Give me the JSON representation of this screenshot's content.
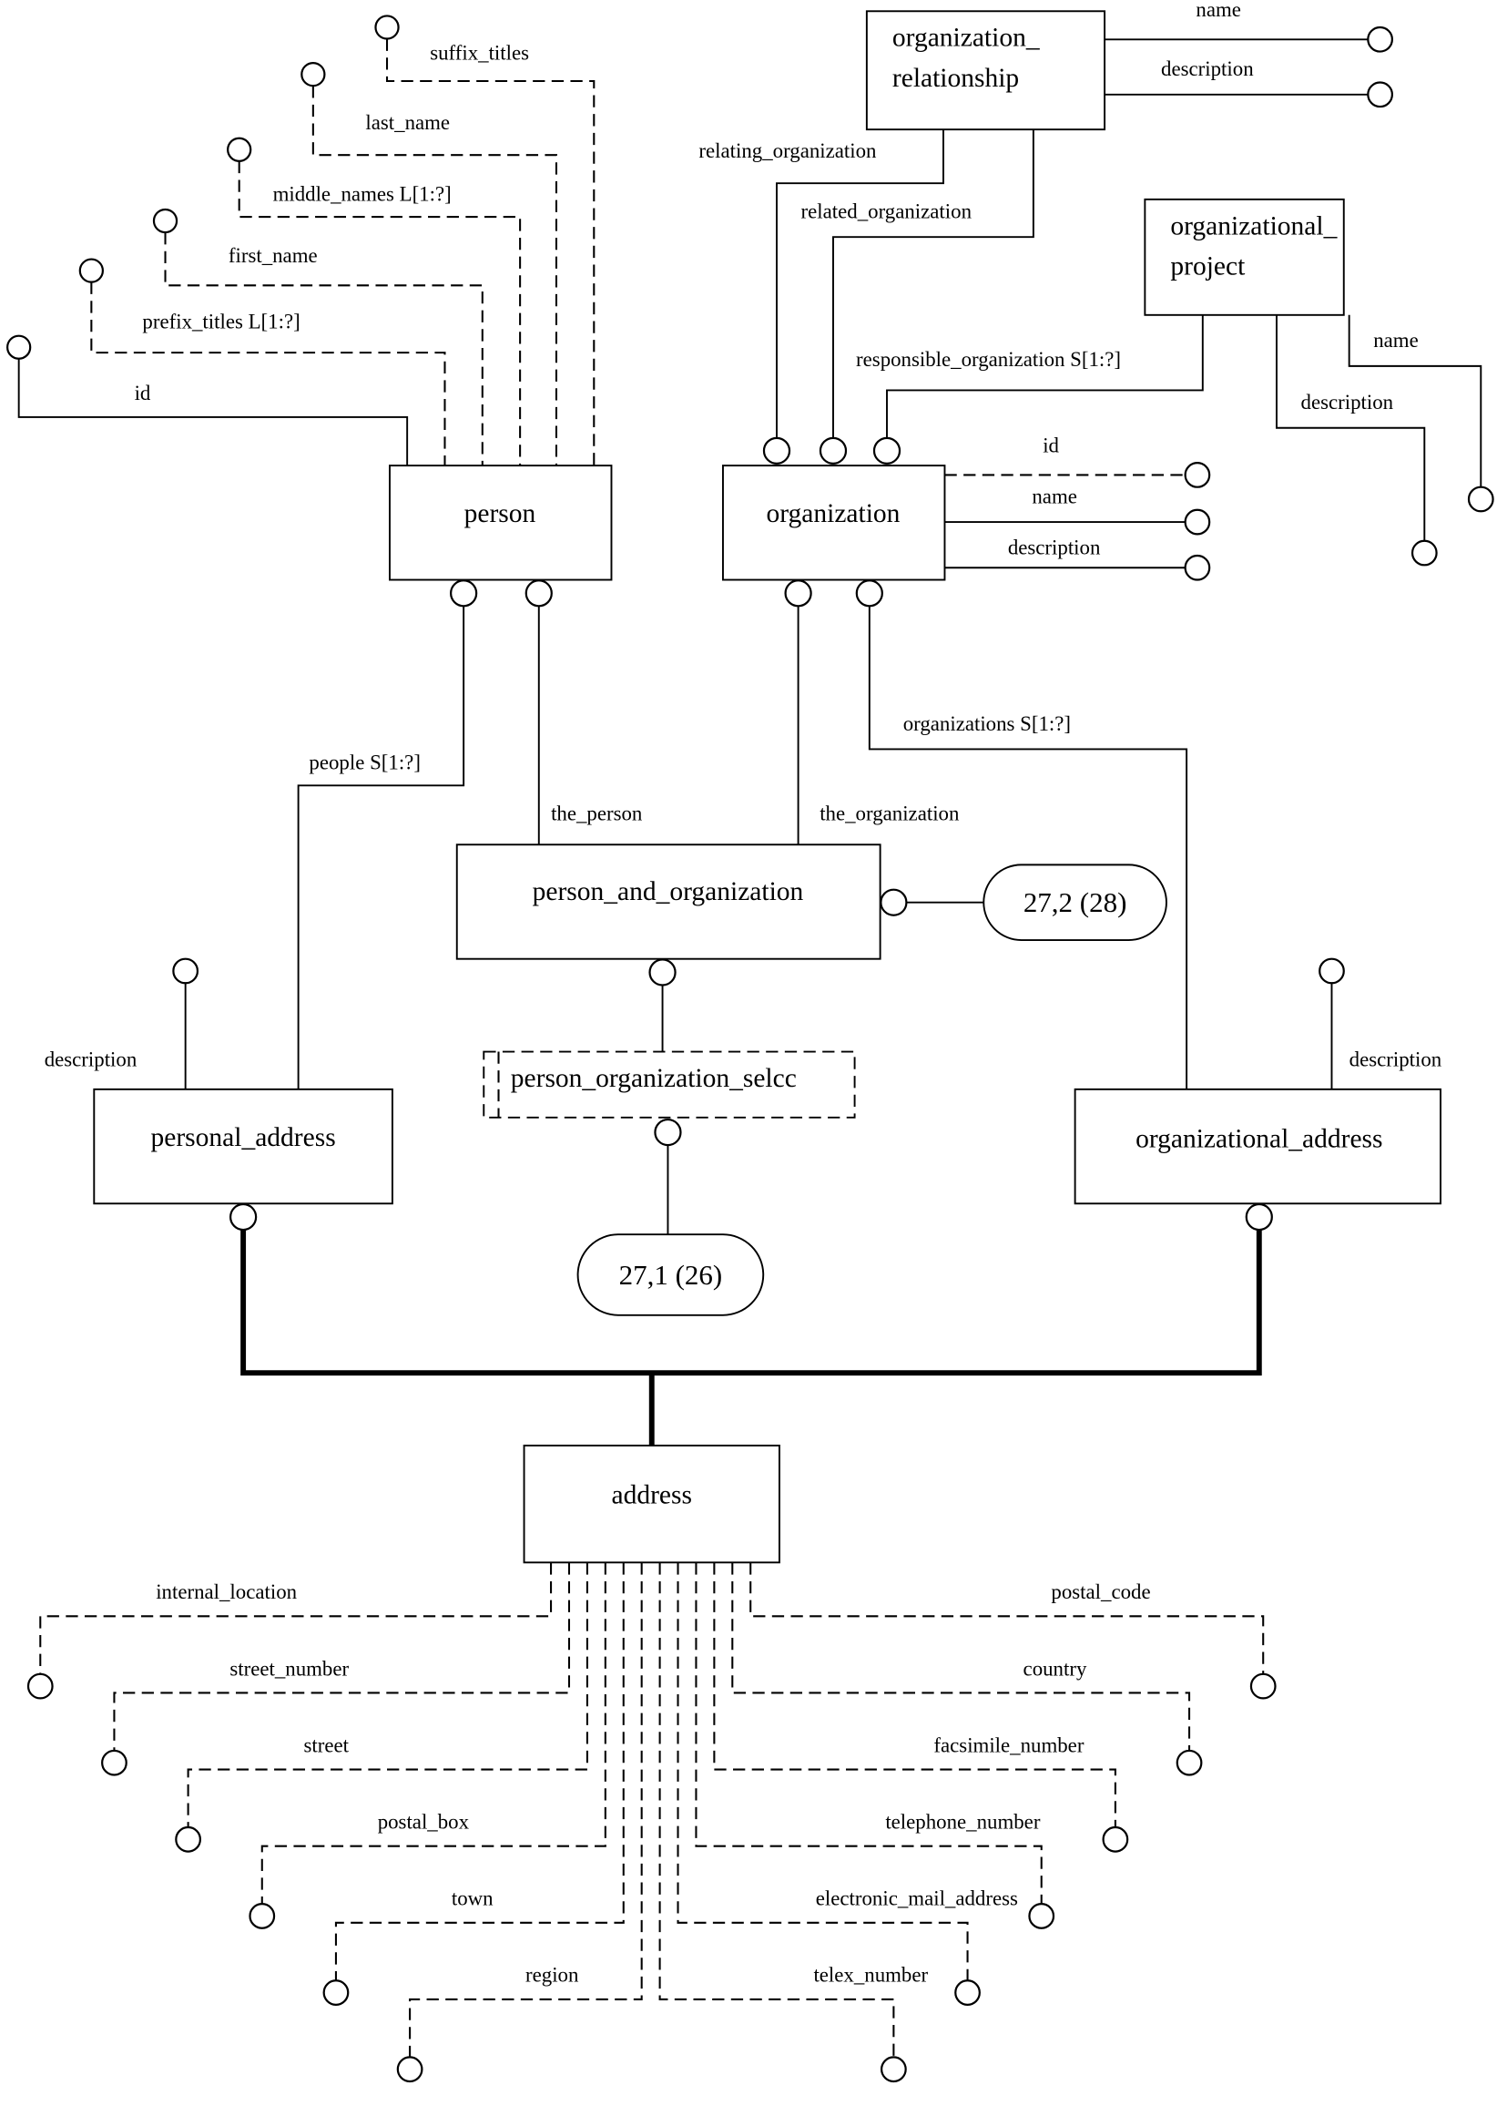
{
  "diagram": {
    "type": "EXPRESS-G entity diagram",
    "entities": {
      "person": "person",
      "organization": "organization",
      "organization_relationship": [
        "organization_",
        "relationship"
      ],
      "organizational_project": [
        "organizational_",
        "project"
      ],
      "person_and_organization": "person_and_organization",
      "person_organization_select": "person_organization_selcc",
      "personal_address": "personal_address",
      "organizational_address": "organizational_address",
      "address": "address"
    },
    "page_references": {
      "ref_27_2": "27,2 (28)",
      "ref_27_1": "27,1 (26)"
    },
    "person_attributes": {
      "suffix_titles": "suffix_titles",
      "last_name": "last_name",
      "middle_names": "middle_names L[1:?]",
      "first_name": "first_name",
      "prefix_titles": "prefix_titles L[1:?]",
      "id": "id"
    },
    "organization_relationship_attributes": {
      "name": "name",
      "description": "description",
      "relating_organization": "relating_organization",
      "related_organization": "related_organization"
    },
    "organizational_project_attributes": {
      "responsible_organization": "responsible_organization S[1:?]",
      "name": "name",
      "description": "description"
    },
    "organization_attributes": {
      "id": "id",
      "name": "name",
      "description": "description"
    },
    "relations": {
      "people": "people S[1:?]",
      "the_person": "the_person",
      "the_organization": "the_organization",
      "organizations": "organizations S[1:?]"
    },
    "personal_address_attributes": {
      "description": "description"
    },
    "organizational_address_attributes": {
      "description": "description"
    },
    "address_attributes": {
      "left": [
        "internal_location",
        "street_number",
        "street",
        "postal_box",
        "town",
        "region"
      ],
      "right": [
        "postal_code",
        "country",
        "facsimile_number",
        "telephone_number",
        "electronic_mail_address",
        "telex_number"
      ]
    }
  }
}
